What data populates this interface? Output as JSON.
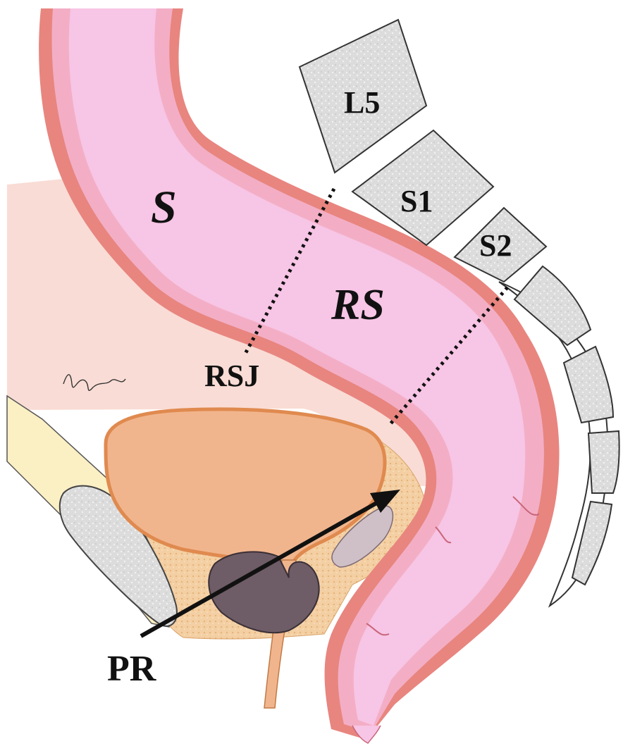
{
  "labels": {
    "colon_upper": "S",
    "rectosigmoid": "RS",
    "junction": "RSJ",
    "reflection": "PR",
    "vertebra_l5": "L5",
    "vertebra_s1": "S1",
    "vertebra_s2": "S2"
  },
  "colors": {
    "bowel_outer": "#e8857f",
    "bowel_wall": "#f1aab8",
    "bowel_lumen": "#f7c6e6",
    "peritoneum": "#f8d9d2",
    "bladder": "#f1b58d",
    "bladder_edge": "#e89a5f",
    "fat": "#efc69a",
    "bone": "#d9d9d9",
    "prostate": "#6d5b66",
    "pubis": "#c9c9c9",
    "skin_band": "#fbefc4"
  }
}
